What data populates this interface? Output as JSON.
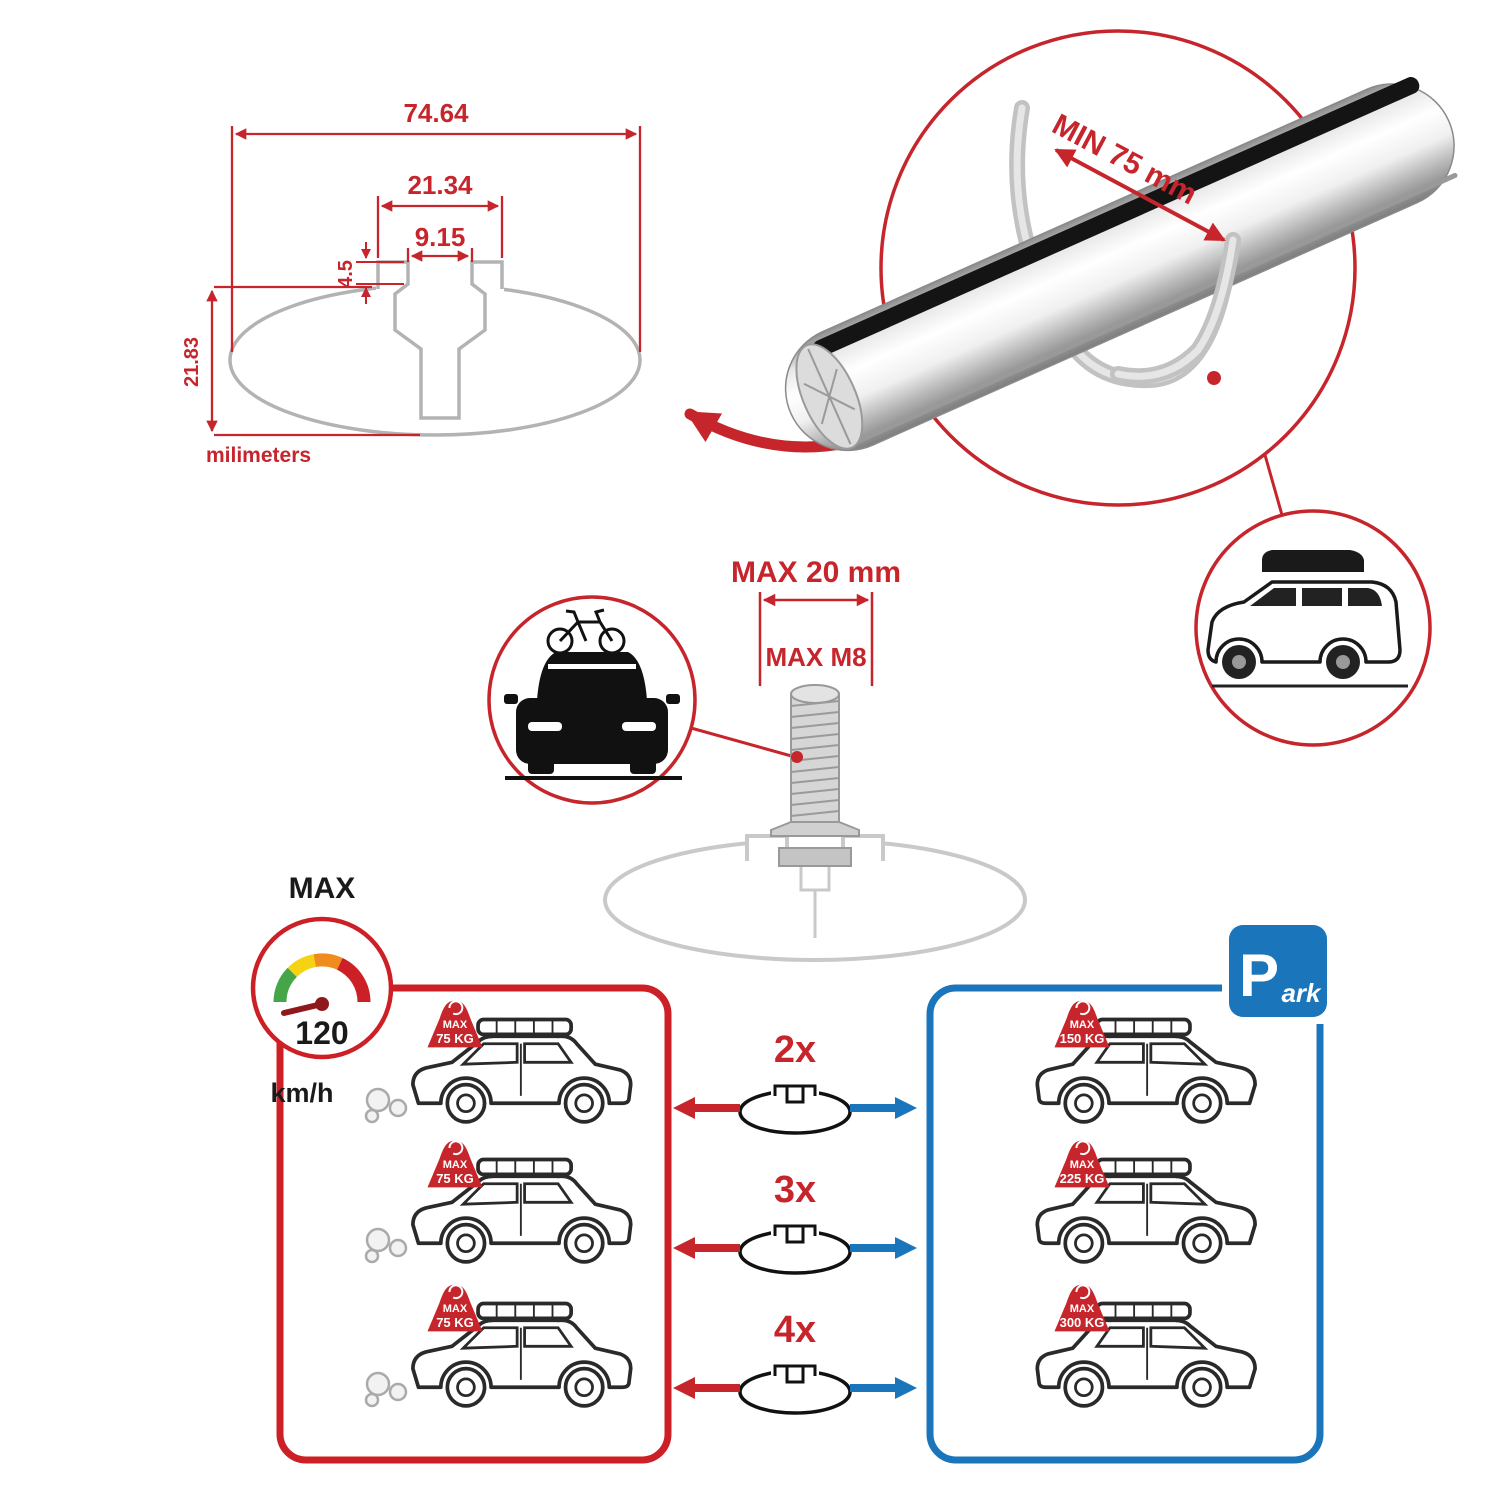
{
  "colors": {
    "red": "#c6252c",
    "blue": "#1b75bb",
    "gray": "#c9c9c9",
    "black": "#1a1a1a"
  },
  "profile_drawing": {
    "outer_width": "74.64",
    "slot_outer_width": "21.34",
    "slot_opening_width": "9.15",
    "lip_depth": "4.5",
    "profile_height": "21.83",
    "units_label": "milimeters"
  },
  "crossbar_detail": {
    "min_span_label": "MIN 75 mm"
  },
  "bolt_diagram": {
    "max_length_label": "MAX 20 mm",
    "max_thread_label": "MAX M8"
  },
  "speed_gauge": {
    "max_label": "MAX",
    "speed_value": "120",
    "speed_unit": "km/h"
  },
  "parking_sign": {
    "letter": "P",
    "suffix": "ark"
  },
  "driving_panel": {
    "cars": [
      {
        "badge_max": "MAX",
        "badge_load": "75 KG"
      },
      {
        "badge_max": "MAX",
        "badge_load": "75 KG"
      },
      {
        "badge_max": "MAX",
        "badge_load": "75 KG"
      }
    ]
  },
  "parked_panel": {
    "cars": [
      {
        "badge_max": "MAX",
        "badge_load": "150 KG"
      },
      {
        "badge_max": "MAX",
        "badge_load": "225 KG"
      },
      {
        "badge_max": "MAX",
        "badge_load": "300 KG"
      }
    ]
  },
  "bar_counts": [
    {
      "count": "2x"
    },
    {
      "count": "3x"
    },
    {
      "count": "4x"
    }
  ]
}
